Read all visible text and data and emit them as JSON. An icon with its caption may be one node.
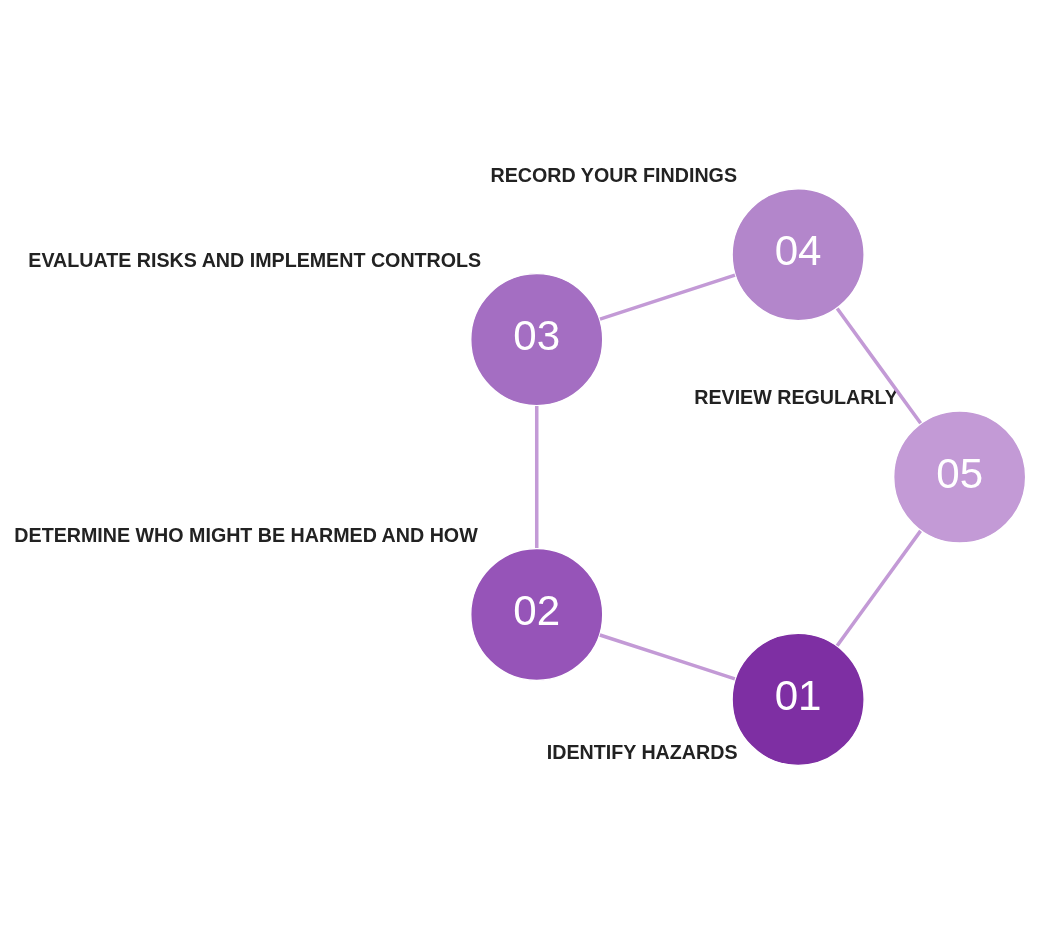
{
  "diagram": {
    "nodes": [
      {
        "text": [
          "01"
        ],
        "beside": [
          "IDENTIFY HAZARDS"
        ]
      },
      {
        "text": [
          "02"
        ],
        "beside": [
          "DETERMINE WHO MIGHT BE HARMED AND HOW"
        ]
      },
      {
        "text": [
          "03"
        ],
        "beside": [
          "EVALUATE RISKS AND IMPLEMENT CONTROLS"
        ]
      },
      {
        "text": [
          "04"
        ],
        "beside": [
          "RECORD YOUR FINDINGS"
        ]
      },
      {
        "text": [
          "05"
        ],
        "beside": [
          "REVIEW REGULARLY"
        ]
      }
    ],
    "edges": [
      {
        "from": 0,
        "to": 1,
        "arrow": "none"
      },
      {
        "from": 1,
        "to": 2,
        "arrow": "none"
      },
      {
        "from": 2,
        "to": 3,
        "arrow": "none"
      },
      {
        "from": 3,
        "to": 4,
        "arrow": "none"
      },
      {
        "from": 4,
        "to": 0,
        "arrow": "none"
      }
    ]
  }
}
